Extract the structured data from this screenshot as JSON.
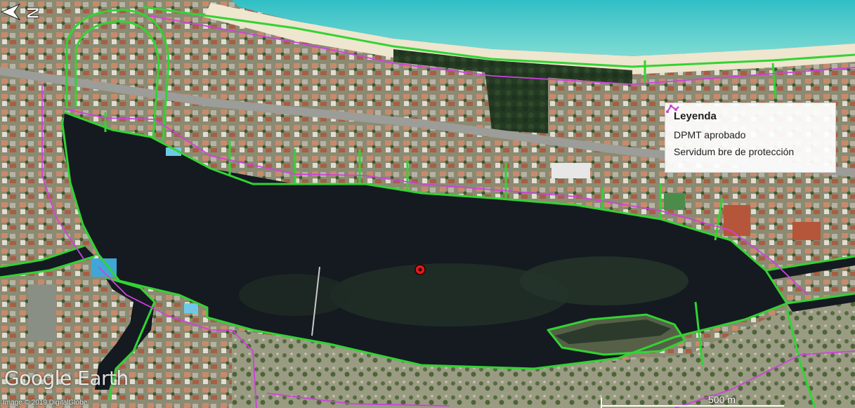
{
  "legend": {
    "title": "Leyenda",
    "items": [
      {
        "label": "DPMT aprobado",
        "color": "#33d333",
        "icon": "green-polyline-icon"
      },
      {
        "label": "Servidum bre de protección",
        "color": "#d040e0",
        "icon": "magenta-polyline-icon"
      }
    ]
  },
  "branding": {
    "name": "Google Earth"
  },
  "copyright": "Image © 2019 DigitalGlobe",
  "scale": {
    "label": "500 m"
  },
  "north": {
    "letter": "N",
    "icon": "north-arrow-icon"
  },
  "colors": {
    "dpmt_line": "#33d333",
    "protection_line": "#d040e0",
    "water_dark": "#141a20",
    "sea": "#37c3c6",
    "beach": "#efe7d2"
  },
  "marker": {
    "icon": "red-target-marker-icon"
  }
}
